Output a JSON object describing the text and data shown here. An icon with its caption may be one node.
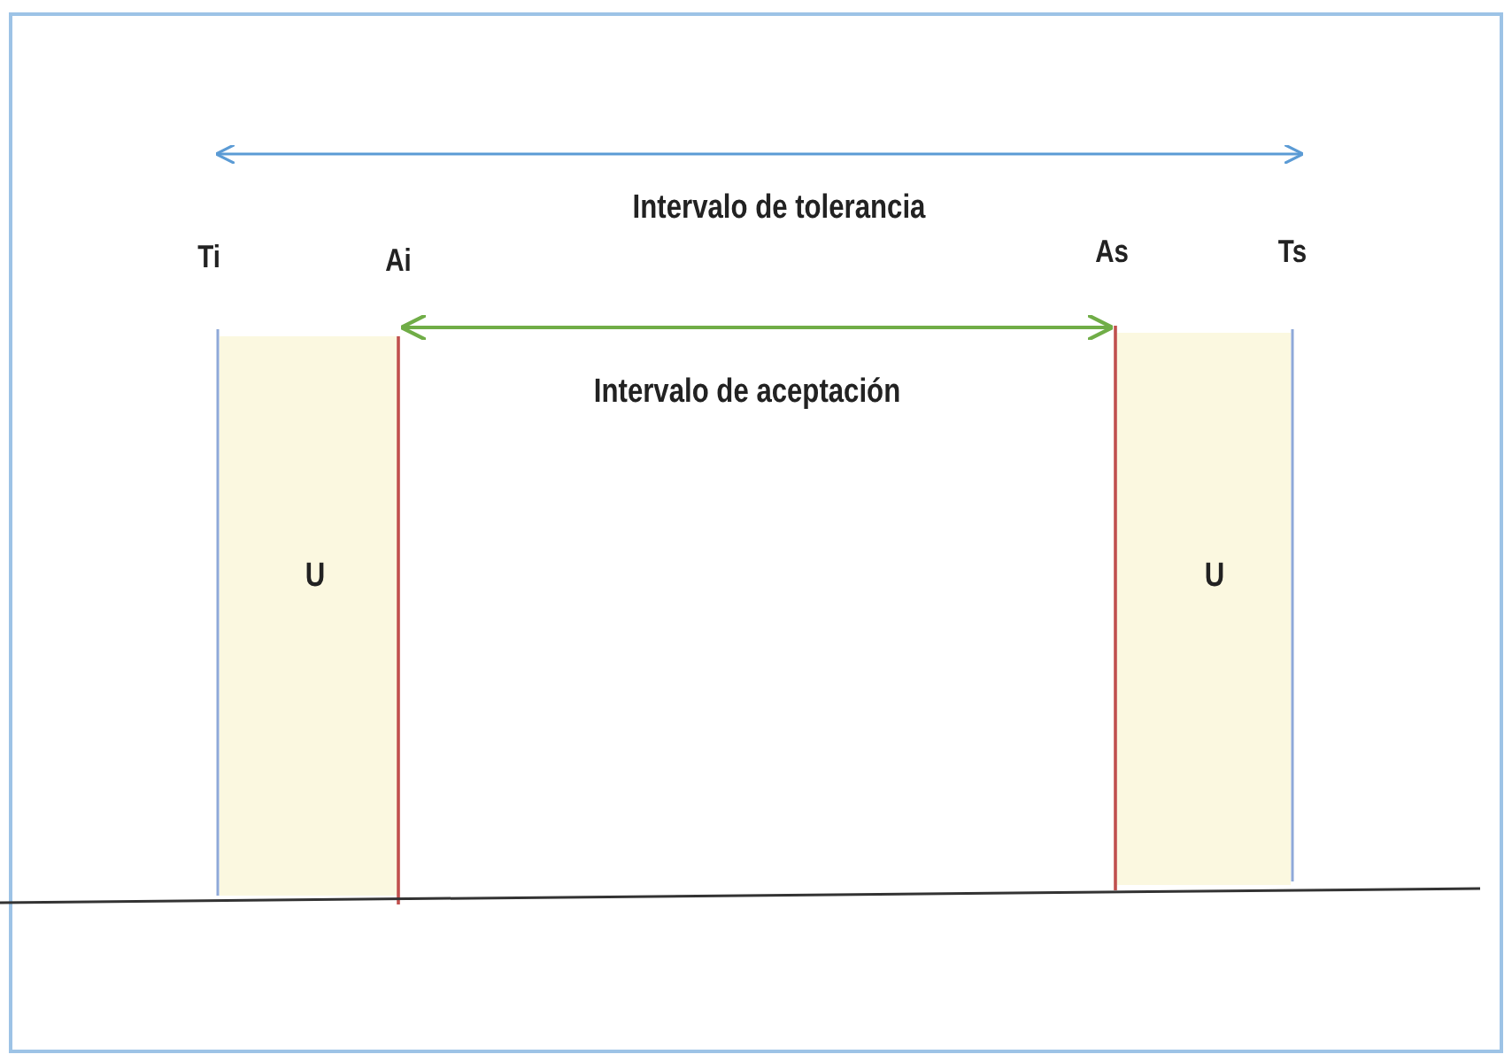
{
  "diagram": {
    "labels": [
      "Intervalo de tolerancia",
      "Ti",
      "Ai",
      "As",
      "Ts",
      "Intervalo de aceptación",
      "U",
      "U"
    ]
  }
}
